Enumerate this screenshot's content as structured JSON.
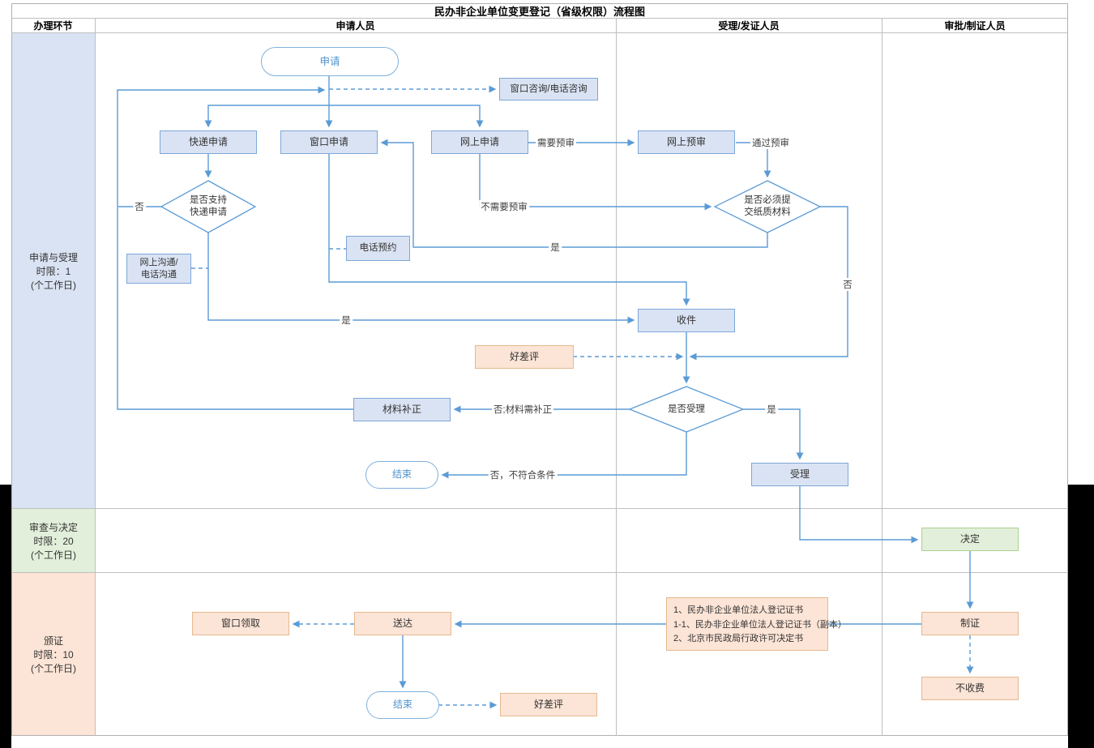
{
  "title": "民办非企业单位变更登记（省级权限）流程图",
  "columns": [
    "办理环节",
    "申请人员",
    "受理/发证人员",
    "审批/制证人员"
  ],
  "phases": [
    {
      "label": "申请与受理\n时限：1\n(个工作日)",
      "color": "#dae3f3"
    },
    {
      "label": "审查与决定\n时限：20\n(个工作日)",
      "color": "#e2efda"
    },
    {
      "label": "颁证\n时限：10\n(个工作日)",
      "color": "#fce4d6"
    }
  ],
  "nodes": {
    "start": "申请",
    "consult": "窗口咨询/电话咨询",
    "express_apply": "快递申请",
    "window_apply": "窗口申请",
    "online_apply": "网上申请",
    "online_preview": "网上预审",
    "decision_express": "是否支持\n快递申请",
    "decision_paper": "是否必须提\n交纸质材料",
    "phone_appointment": "电话预约",
    "communication": "网上沟通/\n电话沟通",
    "receive": "收件",
    "rating1": "好差评",
    "decision_accept": "是否受理",
    "material_correction": "材料补正",
    "end1": "结束",
    "accept": "受理",
    "decide": "决定",
    "window_pickup": "窗口领取",
    "deliver": "送达",
    "documents": [
      "1、民办非企业单位法人登记证书",
      "1-1、民办非企业单位法人登记证书（副本）",
      "2、北京市民政局行政许可决定书"
    ],
    "make_cert": "制证",
    "no_fee": "不收费",
    "end2": "结束",
    "rating2": "好差评"
  },
  "edge_labels": {
    "need_preview": "需要预审",
    "pass_preview": "通过预审",
    "no_need_preview": "不需要预审",
    "d1_no": "否",
    "d1_yes": "是",
    "d2_yes": "是",
    "d2_no": "否",
    "d3_no_fix": "否;材料需补正",
    "d3_no_end": "否，不符合条件",
    "d3_yes": "是"
  },
  "colors": {
    "line": "#5b9bd5",
    "blue_fill": "#dae3f3",
    "peach_fill": "#fce4d6",
    "green_fill": "#e2efda"
  }
}
